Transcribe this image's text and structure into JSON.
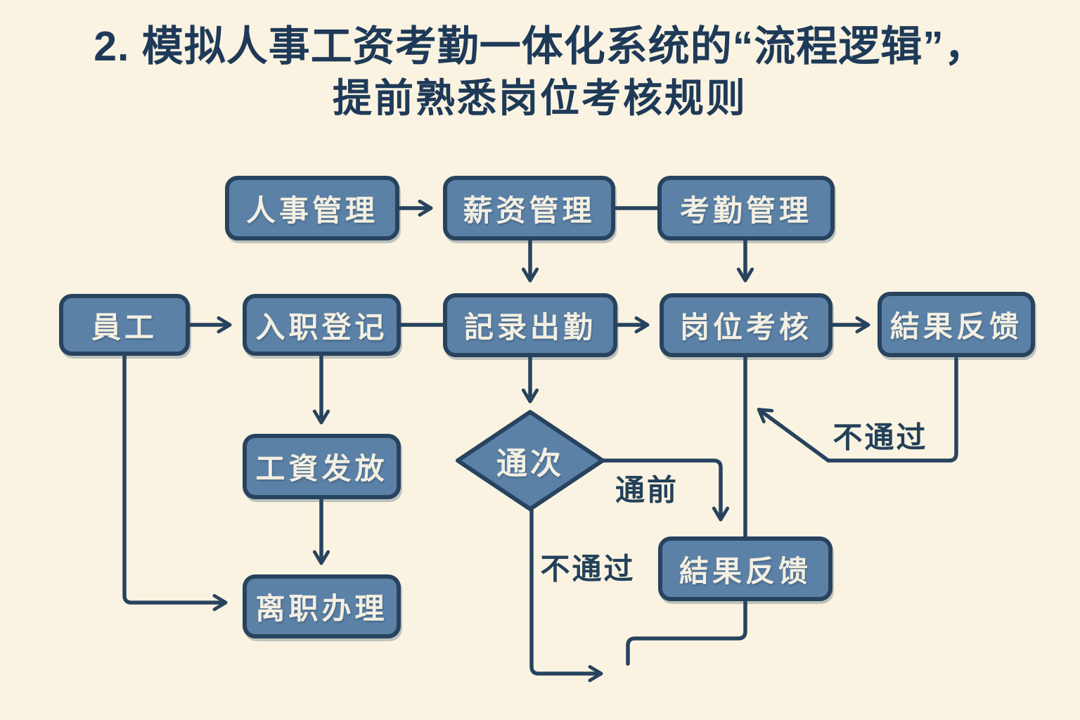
{
  "title": {
    "line1": "2. 模拟人事工资考勤一体化系统的“流程逻辑”，",
    "line2": "提前熟悉岗位考核规则"
  },
  "nodes": {
    "hr_management": "人事管理",
    "salary_management": "薪资管理",
    "attendance_management": "考勤管理",
    "employee": "員工",
    "onboarding": "入职登记",
    "record_attendance": "記录出勤",
    "post_assessment": "岗位考核",
    "result_feedback_top": "結果反馈",
    "salary_payment": "工資发放",
    "resignation": "离职办理",
    "decision": "通次",
    "result_feedback_bottom": "結果反馈"
  },
  "edge_labels": {
    "pass": "通前",
    "fail_right": "不通过",
    "fail_bottom": "不通过"
  },
  "colors": {
    "background": "#faf3e1",
    "node_fill": "#5b81a7",
    "node_border": "#27435e",
    "node_text": "#f3efe2",
    "line": "#27435e",
    "title_text": "#1e3a58"
  }
}
